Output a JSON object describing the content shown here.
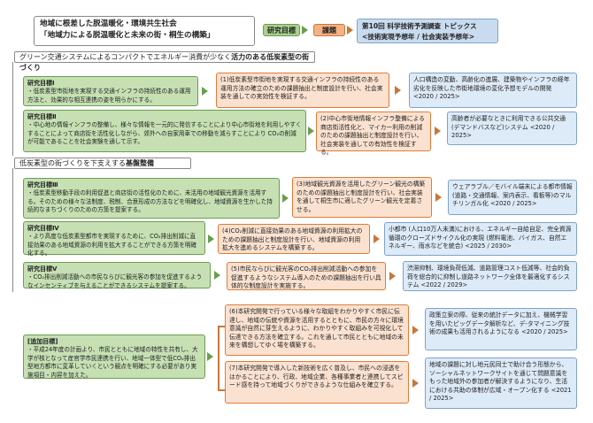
{
  "header": {
    "title_line1": "地域に根差した脱温暖化・環境共生社会",
    "title_line2": "「地域力による脱温暖化と未来の街・桐生の構築」",
    "legend_goal": "研究目標",
    "legend_task": "課題",
    "legend_result_line1": "第10回 科学技術予測調査 トピックス",
    "legend_result_line2": "<技術実現予想年 / 社会実装予想年>"
  },
  "section1": {
    "prefix": "グリーン交通システムによるコンパクトでエネルギー消費が少なく",
    "bold": "活力のある低炭素型の街づくり"
  },
  "section2": {
    "prefix": "低炭素型の街づくりを下支えする",
    "bold": "基盤整備"
  },
  "rows": [
    {
      "goal_title": "研究目標Ⅰ",
      "goal_text": "・低炭素型市街地を実現する交通インフラの持続性のある運用方法と、効果的な相互連携の姿を明らかにする。",
      "tasks": [
        {
          "text": "(1)低炭素型市街地を実現する交通インフラの持続性のある運用方法の確立のための課題抽出と制度設計を行い、社会実装を通しての実効性を検証する。"
        }
      ],
      "result": "人口構造の変動、高齢化の進展、建築物やインフラの経年劣化を反映した市街地環境の変化予想モデルの開発 <2020 / 2025>"
    },
    {
      "goal_title": "研究目標Ⅱ",
      "goal_text": "・中心地の情報インフラの整備し、様々な情報を一元的に発信することにより中心市街地を利用しやすくすることによって商店街を活性化しながら、郊外への自家用車での移動を減らすことにより CO₂の削減が可能であることを社会実験を通して示す。",
      "tasks": [
        {
          "text": "(2)中心市街地情報インフラ整備による商店街活性化と、マイカー利用の削減のための課題抽出と制度設計を行い、社会実装を通しての有効性を検証する。"
        }
      ],
      "result": "高齢者が必要なときに利用できる公共交通 (デマンドバスなど)システム <2020 / 2025>"
    },
    {
      "goal_title": "研究目標Ⅲ",
      "goal_text": "・低炭素型移動手段の利用促進と商店街の活性化のために、未活用の地域観光資源を活用する。そのための様々な法制度、税制、合意形成の方法などを明確化し、地域資源を生かした持続的なまちづくりのための方策を提案する。",
      "tasks": [
        {
          "text": "(3)地域観光資源を活用したグリーン観光の構築のための課題抽出と制度設計を行い、社会実装を通して桐生市に適したグリーン観光を定着させる。"
        }
      ],
      "result": "ウェアラブル／モバイル端末による都市情報(道路・交通情報、案内表示、看板等)のマルチリンガル化 <2020 / 2025>"
    },
    {
      "goal_title": "研究目標Ⅳ",
      "goal_text": "・より高度な低炭素型都市を実現するために、CO₂排出削減に直接効果のある地域資源の利用を拡大することができる方策を明確化する。",
      "tasks": [
        {
          "text": "(4)CO₂削減に直接効果のある地域資源の利用拡大のための課題抽出と制度設計を行い、地域資源の利用拡大を進めるシステムを構築する。"
        }
      ],
      "result": "小都市 (人口10万人未満)における、エネルギー自給自足、完全資源循環のクローズドサイクル化の実現 (燃料電池、バイガス、自然エネルギー、雨水などを統合) <2025 / 2030>"
    },
    {
      "goal_title": "研究目標Ⅴ",
      "goal_text": "・CO₂排出削減活動への市民ならびに観光客の参加を促進するようなインセンティブを与えることができるシステムを提案する。",
      "tasks": [
        {
          "text": "(5)市民ならびに観光客のCO₂排出削減活動への参加を促進するようなシステム導入のための課題抽出を行い具体的な制度設計を実施する。"
        }
      ],
      "result": "渋滞抑制、環境負荷低減、道路管理コスト低減等、社会的負荷を総合的に抑制し道路ネットワーク全体を最適化するシステム <2022 / 2029>"
    },
    {
      "goal_title": "[追加目標]",
      "goal_text": "・平成24年度の計画より、市民とともに地域の特性を共有し、大学が核となって産官学市民連携を行い、地域一体型で低CO₂排出型地方都市に変革していくという観点を明確にする必要があり実施項目・内容を加えた。",
      "tasks": [
        {
          "text": "(6)本研究開発で行っている様々な取組をわかりやすく市民に伝達し、地域の伝統や資源を活用するとともに、市民の方々に環境意識が自然に芽生えるように、わかりやすく取組みを可視化して伝達できる方法を確立する。これを通して市民とともに地域の未来を構想してゆく場を構築する。"
        },
        {
          "text": "(7)本研究開発で導入した新技術を広く普及し、市民への浸透をはかることにより、行政、地域企業、各種事業者と連携してスピード感を持って地域づくりができるような仕組みを確立する。"
        }
      ],
      "results": [
        "政策立案の際、従来の統計データに加え、機械学習を用いたビッグデータ解析など、デ-タマイニング技術の成果も活用されるようになる <2020 / 2025>",
        "地域の課題に対し地元民同士で助け合う形態から、ソーシャルネットワークサイトを通じて問題意識をもった地域外の参加者が解決するようになり、生活における共助の体制が広域・オープン化する <2021 / 2025>"
      ]
    }
  ],
  "colors": {
    "goal": "#c6e0b4",
    "task": "#fbe2d0",
    "result": "#ddeaf7",
    "arrow": "#c9763c"
  }
}
